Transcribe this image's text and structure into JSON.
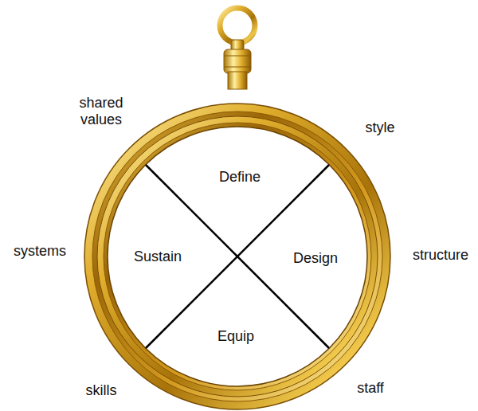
{
  "diagram": {
    "labels": [
      "shared values",
      "style",
      "Define",
      "Sustain",
      "Design",
      "systems",
      "structure",
      "Equip",
      "skills",
      "staff"
    ]
  }
}
